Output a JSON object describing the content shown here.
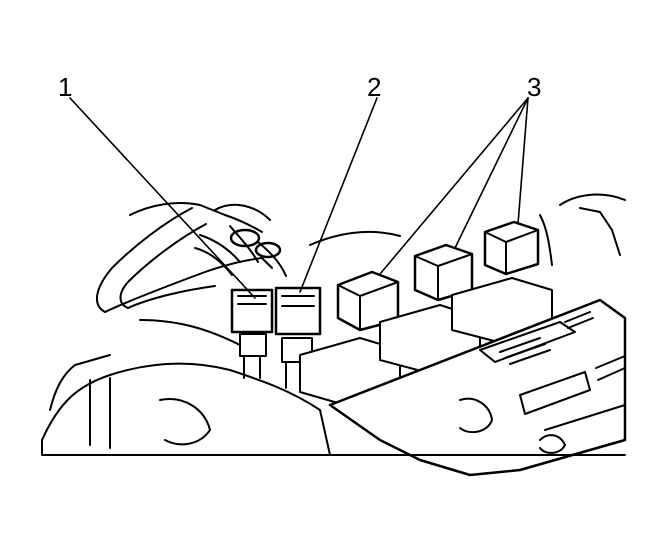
{
  "callouts": [
    {
      "id": "1",
      "label": "1"
    },
    {
      "id": "2",
      "label": "2"
    },
    {
      "id": "3",
      "label": "3"
    }
  ],
  "colors": {
    "line": "#000000",
    "fill": "#ffffff"
  }
}
